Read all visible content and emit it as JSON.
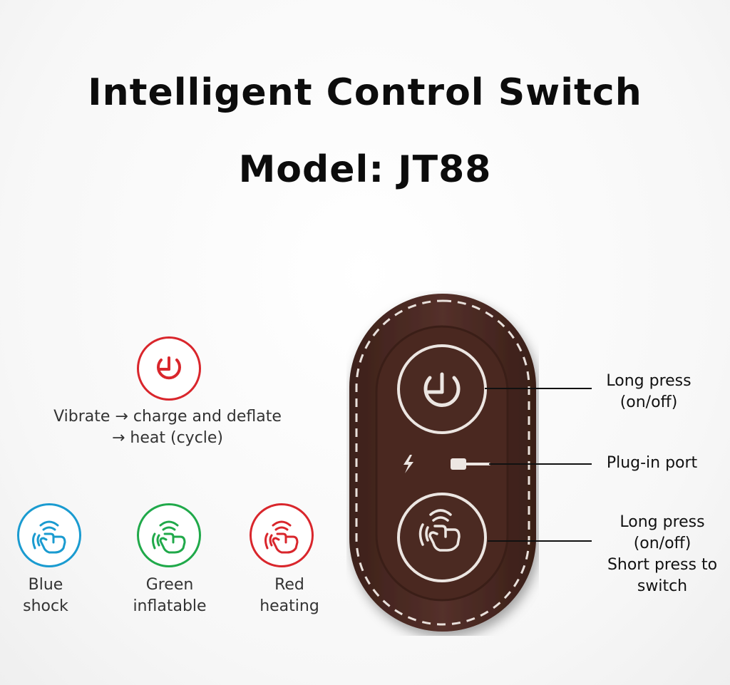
{
  "heading": {
    "title": "Intelligent Control Switch",
    "model": "Model: JT88"
  },
  "cycle_note": {
    "line1": "Vibrate → charge and deflate",
    "line2": "→ heat (cycle)"
  },
  "modes": [
    {
      "line1": "Blue",
      "line2": "shock",
      "color": "#1a9bd0"
    },
    {
      "line1": "Green",
      "line2": "inflatable",
      "color": "#20a94a"
    },
    {
      "line1": "Red",
      "line2": "heating",
      "color": "#d9262c"
    }
  ],
  "callouts": {
    "power": {
      "line1": "Long press",
      "line2": "(on/off)"
    },
    "port": {
      "line1": "Plug-in port"
    },
    "massage": {
      "line1": "Long press",
      "line2": "(on/off)",
      "line3": "Short press to",
      "line4": "switch"
    }
  },
  "colors": {
    "power_icon": "#d9262c",
    "device_body": "#4b2a22",
    "device_stitch": "#e9e1dc"
  },
  "icons": {
    "power": "power-icon",
    "massage": "hand-vibration-icon",
    "lightning": "lightning-icon",
    "cable": "usb-cable-icon"
  }
}
